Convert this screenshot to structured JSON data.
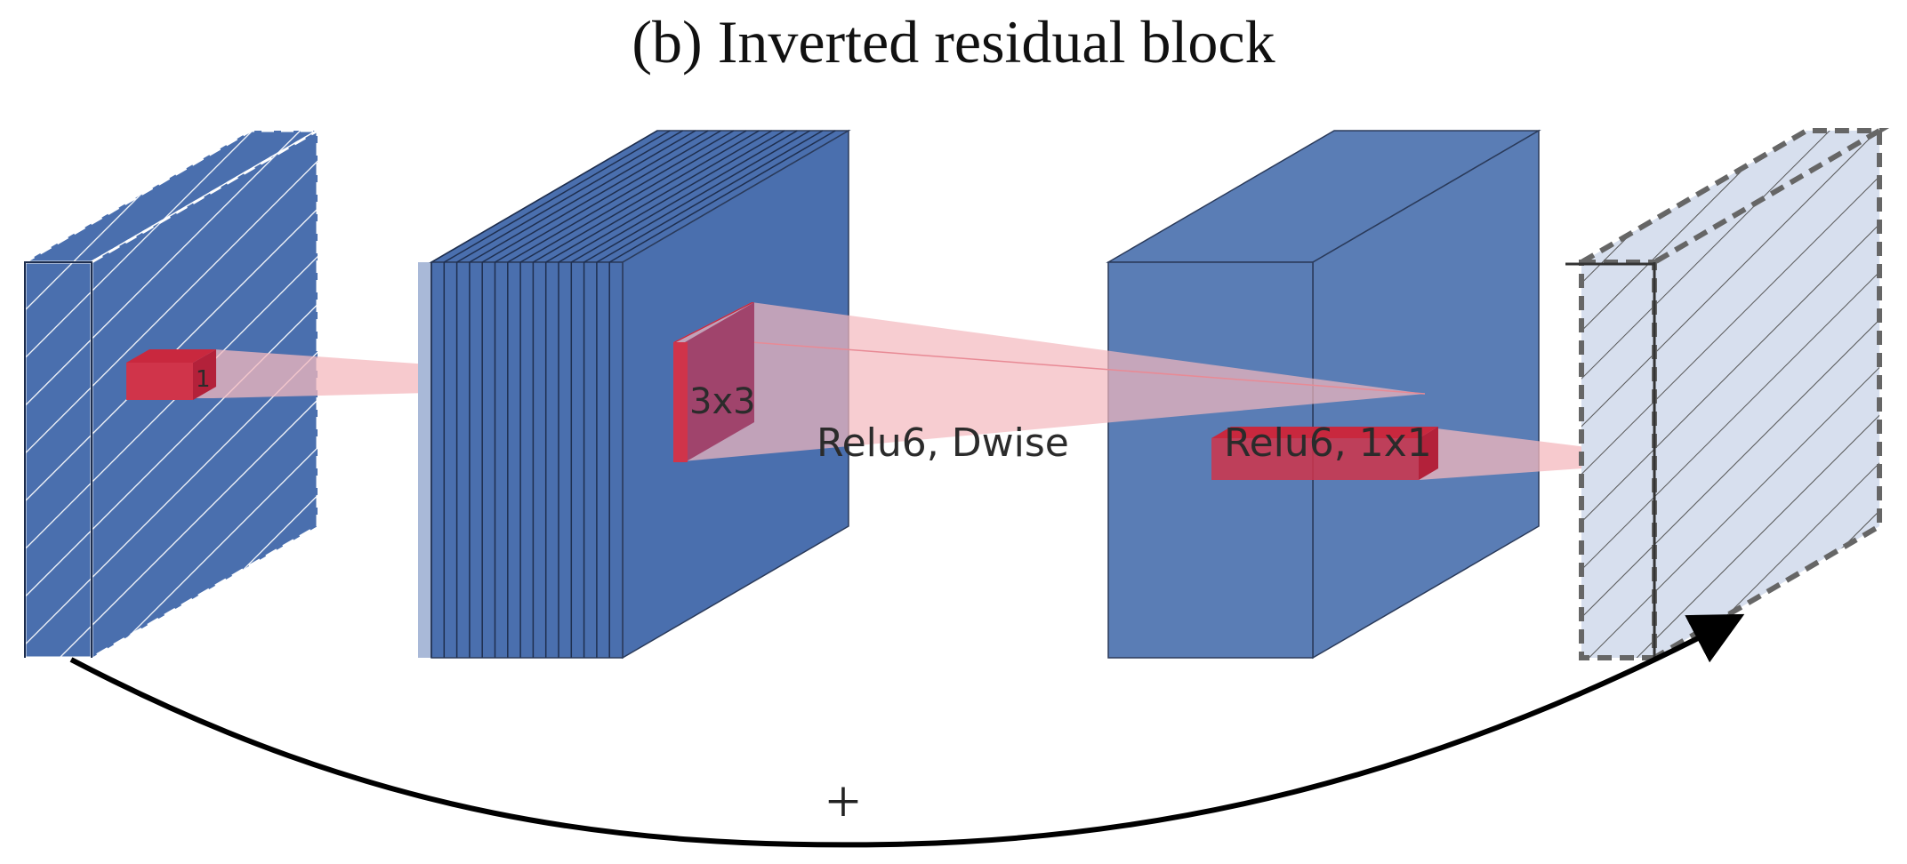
{
  "title": "(b) Inverted residual block",
  "labels": {
    "kernel_1": "1",
    "kernel_3x3": "3x3",
    "relu6_dwise": "Relu6, Dwise",
    "relu6_1x1": "Relu6, 1x1",
    "plus": "+"
  },
  "colors": {
    "block_blue": "#4a6fae",
    "block_blue_face": "#5a7db5",
    "output_fill": "#d7dfee",
    "kernel_red": "#d0344a",
    "cone_pink": "#f4b8be",
    "arrow": "#000000"
  }
}
